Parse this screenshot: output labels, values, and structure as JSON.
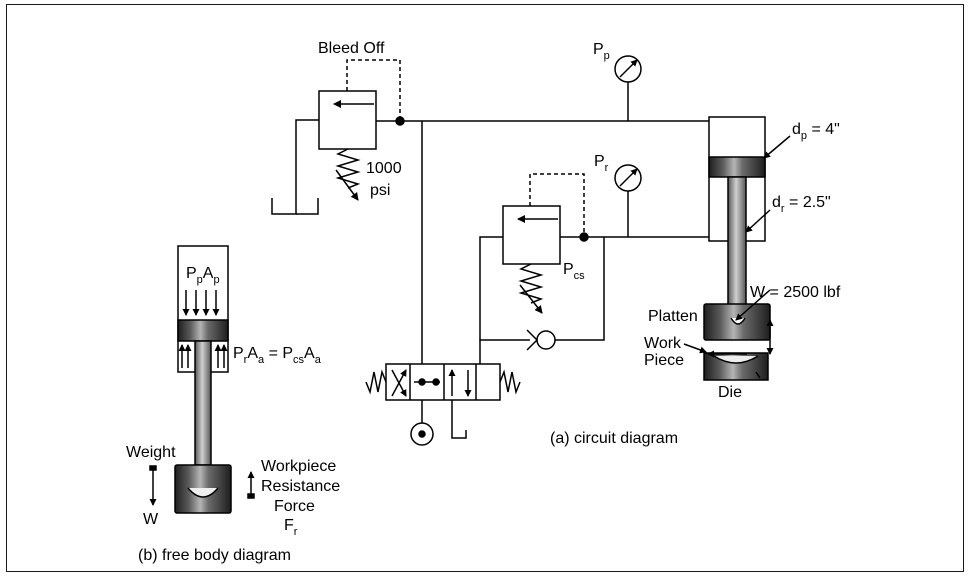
{
  "labels": {
    "bleed_off": "Bleed Off",
    "relief_setting_value": "1000",
    "relief_setting_unit": "psi",
    "pump_gauge_main": "P",
    "pump_gauge_sub": "p",
    "rod_gauge_main": "P",
    "rod_gauge_sub": "r",
    "pcs_main": "P",
    "pcs_sub": "cs",
    "dp_main": "d",
    "dp_sub": "p",
    "dp_value": " = 4\"",
    "dr_main": "d",
    "dr_sub": "r",
    "dr_value": " = 2.5\"",
    "weight_spec": "W = 2500 lbf",
    "platten": "Platten",
    "work_piece_1": "Work",
    "work_piece_2": "Piece",
    "die": "Die",
    "circuit_caption": "(a) circuit diagram",
    "fbd_caption": "(b) free body diagram",
    "fbd_top_p": "P",
    "fbd_top_p_sub": "p",
    "fbd_top_a": "A",
    "fbd_top_a_sub": "p",
    "fbd_eq_pr": "P",
    "fbd_eq_pr_sub": "r",
    "fbd_eq_a1": "A",
    "fbd_eq_a1_sub": "a",
    "fbd_eq_mid": " = P",
    "fbd_eq_pcs_sub": "cs",
    "fbd_eq_a2": "A",
    "fbd_eq_a2_sub": "a",
    "weight_label": "Weight",
    "w_label": "W",
    "resistance_1": "Workpiece",
    "resistance_2": "Resistance",
    "resistance_3": "Force",
    "fr_main": "F",
    "fr_sub": "r"
  },
  "colors": {
    "line": "#000000",
    "piston_dark": "#262626",
    "piston_mid": "#6e6e6e",
    "piston_light": "#bdbdbd",
    "rod": "#9a9a9a"
  },
  "icons": [
    "pressure-gauge-icon",
    "relief-valve-icon",
    "check-valve-icon",
    "directional-valve-icon",
    "pump-icon",
    "tank-icon",
    "spring-icon"
  ]
}
